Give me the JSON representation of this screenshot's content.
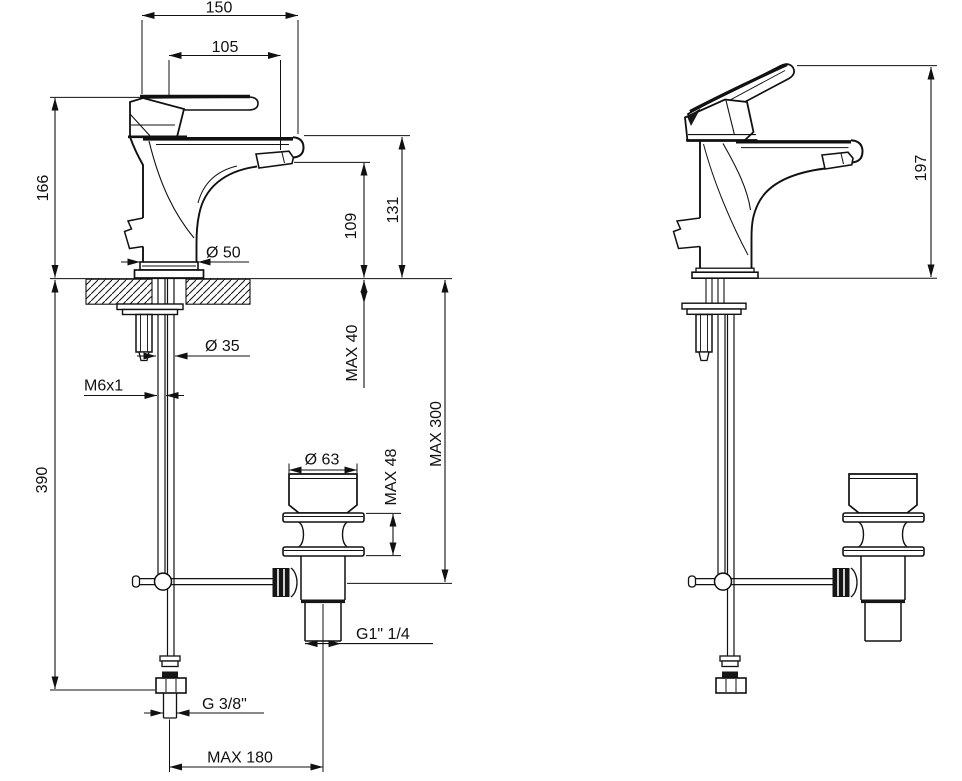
{
  "colors": {
    "ink": "#111111",
    "paper": "#ffffff"
  },
  "dims": {
    "d150": "150",
    "d105": "105",
    "d166": "166",
    "d109": "109",
    "d131": "131",
    "d50": "Ø 50",
    "d35": "Ø 35",
    "dmax40": "MAX 40",
    "dm6x1": "M6x1",
    "d390": "390",
    "d63": "Ø 63",
    "dmax48": "MAX 48",
    "dmax300": "MAX 300",
    "dg114": "G1\" 1/4",
    "dg38": "G 3/8\"",
    "dmax180": "MAX 180",
    "d197": "197"
  }
}
